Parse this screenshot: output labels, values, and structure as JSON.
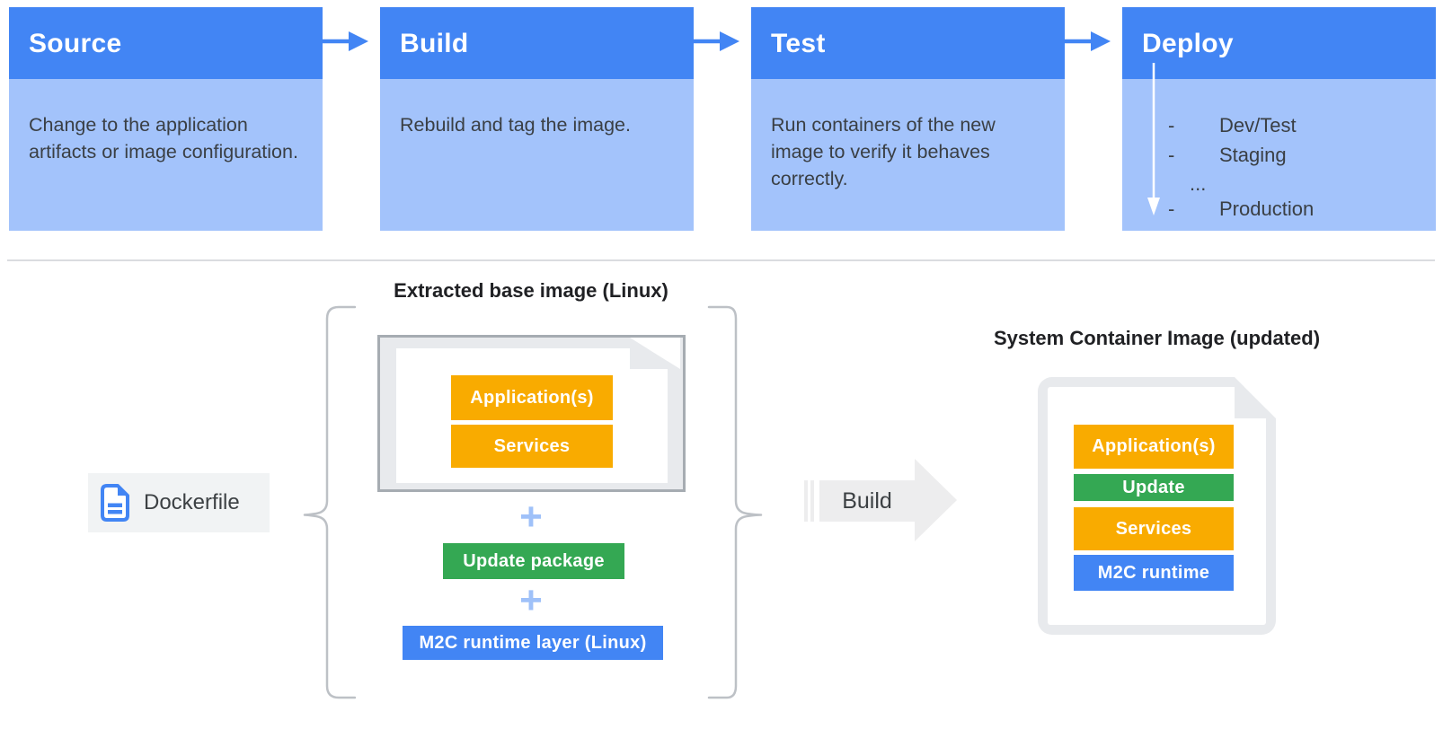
{
  "palette": {
    "stage_header_blue": "#4285F4",
    "stage_body_blue": "#A3C3FB",
    "yellow": "#F9AB00",
    "green": "#34A853",
    "blue": "#4285F4",
    "doc_gray": "#E8EAED",
    "divider_gray": "#DADCE0",
    "text_dark": "#3C4043"
  },
  "pipeline": {
    "stages": [
      {
        "title": "Source",
        "description": "Change to the application artifacts or image configuration."
      },
      {
        "title": "Build",
        "description": "Rebuild and tag the image."
      },
      {
        "title": "Test",
        "description": "Run containers of the new image to verify it behaves correctly."
      },
      {
        "title": "Deploy",
        "dash": "-",
        "items": [
          "Dev/Test",
          "Staging",
          "...",
          "Production"
        ]
      }
    ]
  },
  "composition": {
    "title": "Extracted base image (Linux)",
    "base_image_layers": [
      "Application(s)",
      "Services"
    ],
    "plus": "+",
    "update_package": "Update package",
    "runtime_layer": "M2C runtime layer (Linux)",
    "dockerfile_label": "Dockerfile",
    "build_label": "Build"
  },
  "result": {
    "title": "System Container Image (updated)",
    "layers": [
      "Application(s)",
      "Update",
      "Services",
      "M2C runtime"
    ]
  }
}
